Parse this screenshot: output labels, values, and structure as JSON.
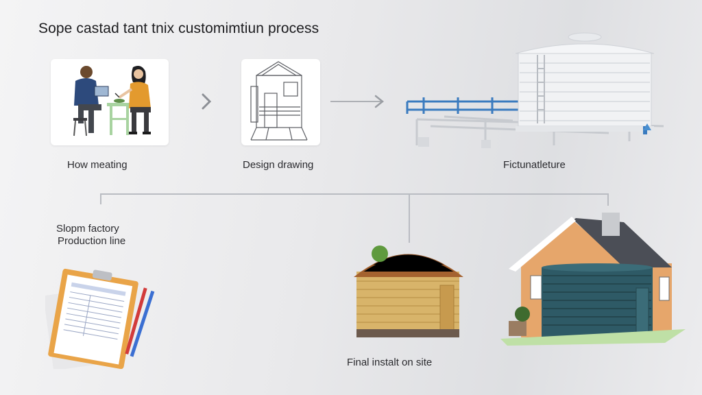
{
  "diagram": {
    "title": "Sope castad tant tnix customimtiun process",
    "steps": [
      {
        "id": "meeting",
        "label": "How meating",
        "icon": "meeting-people-icon"
      },
      {
        "id": "design",
        "label": "Design drawing",
        "icon": "tank-sketch-icon"
      },
      {
        "id": "manufacture",
        "label": "Fictunatleture",
        "icon": "white-tank-frame-icon"
      },
      {
        "id": "factory",
        "label_line1": "Slopm factory",
        "label_line2": "Production line",
        "icon": "clipboard-icon"
      },
      {
        "id": "install",
        "label": "Final instalt on site",
        "icon": "installed-tank-house-icon"
      }
    ],
    "arrows": [
      "chevron-right-icon",
      "arrow-right-icon"
    ],
    "colors": {
      "background": "#e9e9eb",
      "tank_white": "#f1f2f4",
      "pipe_blue": "#3a7bbf",
      "roof_brown": "#a4622f",
      "tank_straw": "#d8b46a",
      "house_wall": "#e6a66b",
      "tank_teal": "#2e5a66",
      "clipboard_orange": "#e9a448"
    }
  }
}
